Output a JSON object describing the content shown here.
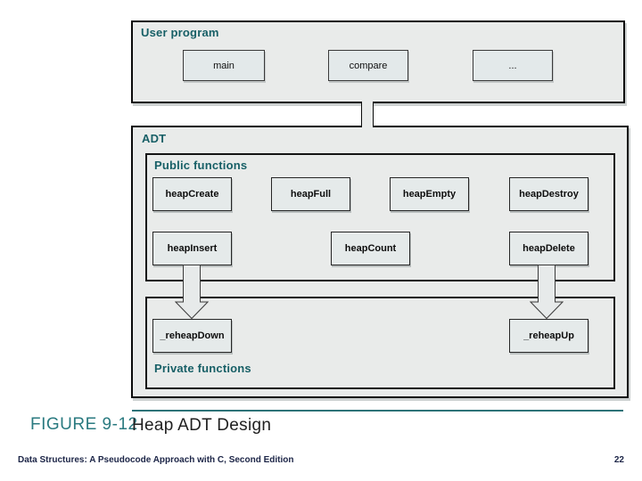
{
  "user_program": {
    "label": "User program",
    "items": [
      "main",
      "compare",
      "..."
    ]
  },
  "adt": {
    "label": "ADT",
    "public_functions": {
      "label": "Public functions",
      "row1": [
        "heapCreate",
        "heapFull",
        "heapEmpty",
        "heapDestroy"
      ],
      "row2": [
        "heapInsert",
        "heapCount",
        "heapDelete"
      ]
    },
    "private_functions": {
      "label": "Private functions",
      "items": [
        "_reheapDown",
        "_reheapUp"
      ]
    }
  },
  "caption": {
    "figure_label": "FIGURE 9-12",
    "figure_title": "Heap ADT Design"
  },
  "footer": {
    "book_title": "Data Structures: A Pseudocode Approach with C, Second Edition",
    "page_number": "22"
  },
  "colors": {
    "heading_teal": "#175f66",
    "caption_teal": "#2a7a80",
    "divider_teal": "#2d7378",
    "box_fill": "#e9ebea",
    "footer_navy": "#1c2547"
  }
}
